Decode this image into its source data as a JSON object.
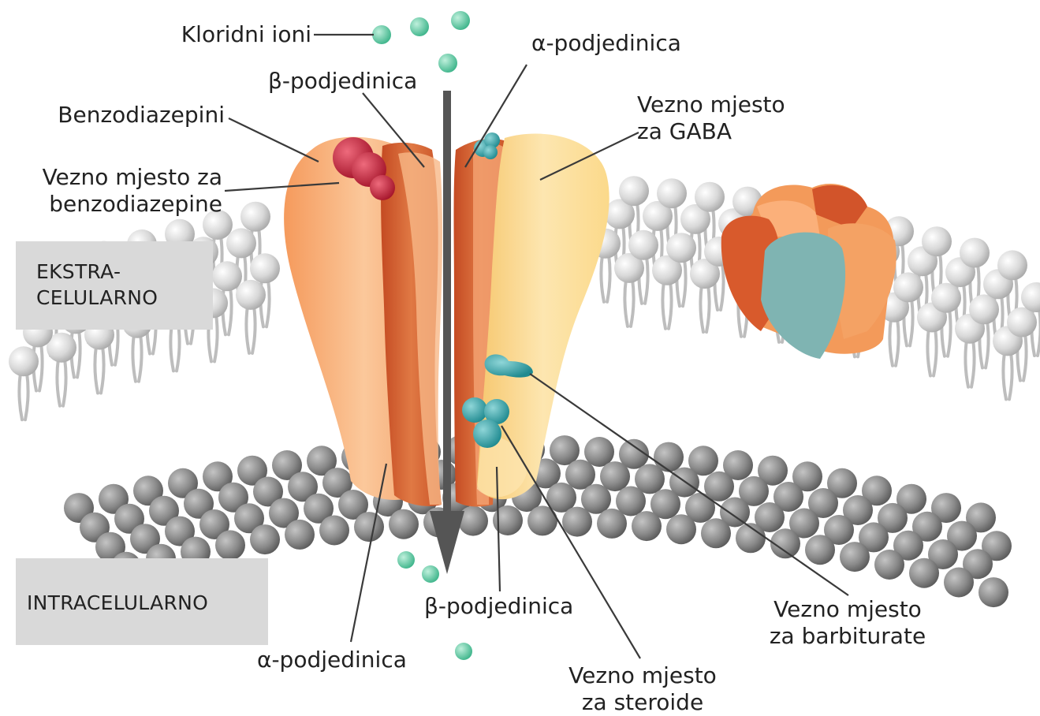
{
  "labels": {
    "chloride_ions": "Kloridni ioni",
    "beta_top": "β-podjedinica",
    "alpha_top": "α-podjedinica",
    "benzodiazepines": "Benzodiazepini",
    "gaba_site_1": "Vezno mjesto",
    "gaba_site_2": "za GABA",
    "benzo_site_1": "Vezno mjesto za",
    "benzo_site_2": "benzodiazepine",
    "barbiturate_site_1": "Vezno mjesto",
    "barbiturate_site_2": "za barbiturate",
    "beta_bottom": "β-podjedinica",
    "alpha_bottom": "α-podjedinica",
    "steroid_site_1": "Vezno mjesto",
    "steroid_site_2": "za steroide"
  },
  "regions": {
    "extracellular_1": "EKSTRA-",
    "extracellular_2": "CELULARNO",
    "intracellular": "INTRACELULARNO"
  },
  "colors": {
    "alpha_subunit": "#f7a56b",
    "beta_subunit": "#d95a2b",
    "gaba_subunit": "#fbd98a",
    "ion": "#5fc4a0",
    "benzodiazepine": "#c8223a",
    "drug_site": "#3aa0a6",
    "membrane_head_top": "#d6d6d6",
    "membrane_head_bottom": "#8a8a8a",
    "region_box": "#d9d9d9",
    "arrow": "#555555"
  }
}
